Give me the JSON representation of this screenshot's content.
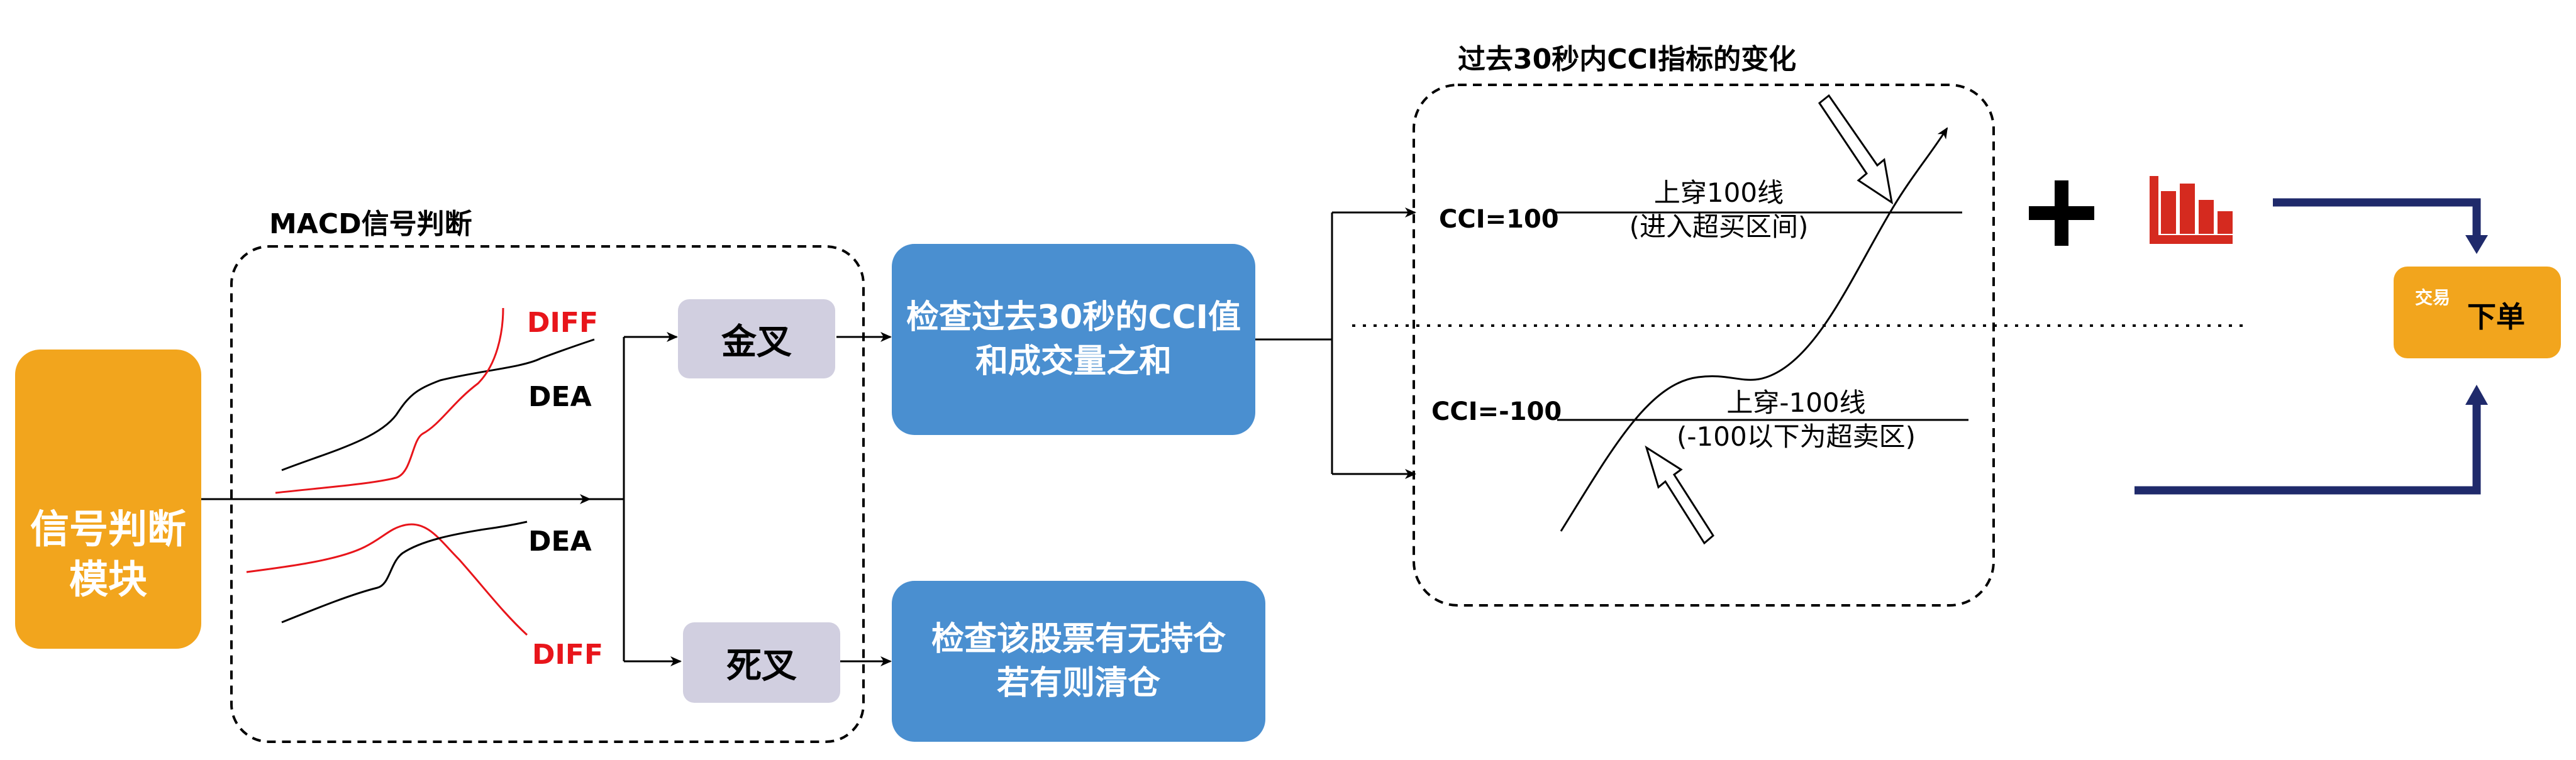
{
  "signal_module": {
    "label": "信号判断\n模块",
    "icon": "candlestick-icon"
  },
  "macd_panel": {
    "title": "MACD信号判断",
    "golden_cross": {
      "diff_label": "DIFF",
      "dea_label": "DEA",
      "box_label": "金叉"
    },
    "death_cross": {
      "dea_label": "DEA",
      "diff_label": "DIFF",
      "box_label": "死叉"
    }
  },
  "actions": {
    "check_cci": "检查过去30秒的CCI值\n和成交量之和",
    "check_position": "检查该股票有无持仓\n若有则清仓"
  },
  "cci_panel": {
    "title": "过去30秒内CCI指标的变化",
    "upper_level_label": "CCI=100",
    "upper_annotation": "上穿100线\n(进入超买区间)",
    "lower_level_label": "CCI=-100",
    "lower_annotation": "上穿-100线\n(-100以下为超卖区)"
  },
  "plus_symbol": "+",
  "volume_icon": "bar-chart-icon",
  "order": {
    "label": "下单",
    "icon_text": "交易",
    "icon": "trade-document-icon"
  },
  "colors": {
    "orange": "#f2a51d",
    "blue": "#4a8fd0",
    "gray": "#d1cfe0",
    "red": "#e8151b",
    "navy": "#1f2a6b",
    "volume_red": "#d52a1f"
  }
}
